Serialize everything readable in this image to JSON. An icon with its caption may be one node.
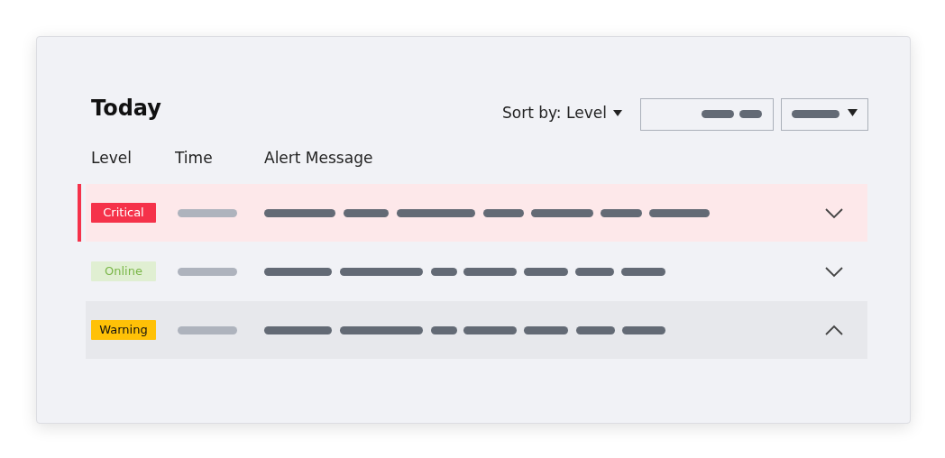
{
  "diagram": {
    "title": "Today",
    "nodes": [
      {
        "text": [
          "Critical"
        ]
      },
      {
        "text": [
          "Online"
        ]
      },
      {
        "text": [
          "Warning"
        ]
      }
    ],
    "labels": [
      "Sort by: Level",
      "Level",
      "Time",
      "Alert Message"
    ]
  }
}
